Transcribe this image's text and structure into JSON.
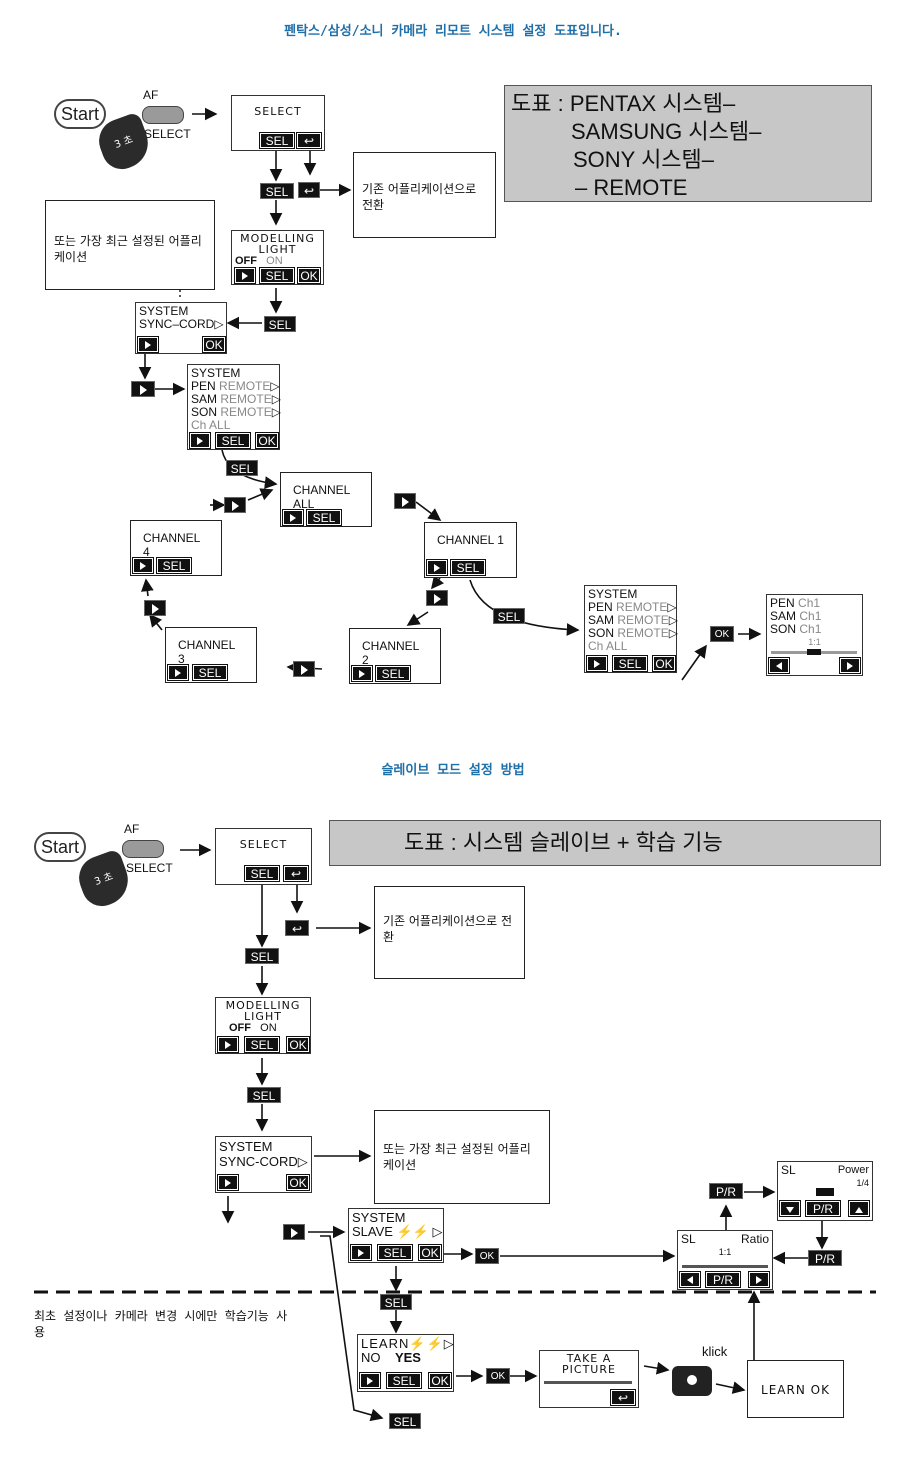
{
  "headings": {
    "top": "펜탁스/삼성/소니 카메라 리모트 시스템 설정 도표입니다.",
    "mid": "슬레이브 모드 설정 방법"
  },
  "legend1": {
    "lines": [
      "도표 : PENTAX 시스템–",
      "SAMSUNG 시스템–",
      "SONY 시스템–",
      "– REMOTE"
    ]
  },
  "legend2": {
    "text": "도표 : 시스템 슬레이브 + 학습 기능"
  },
  "start": {
    "label": "Start",
    "af": "AF",
    "select": "SELECT",
    "seconds": "3 초"
  },
  "labels": {
    "sel": "SEL",
    "ok": "OK",
    "select": "SELECT",
    "pr": "P/R",
    "klick": "klick"
  },
  "boxes": {
    "prev_app": "기존 어플리케이션으로 전환",
    "recent_app": "또는 가장 최근 설정된 어플리케이션",
    "first_use": "최초 설정이나 카메라 변경 시에만 학습기능 사용",
    "learn_ok": "LEARN OK"
  },
  "lcd": {
    "modelling": [
      "MODELLING",
      "LIGHT"
    ],
    "off": "OFF",
    "on": "ON",
    "system": "SYSTEM",
    "sync_cord": "SYNC–CORD",
    "sync_cord2": "SYNC-CORD",
    "pen": "PEN",
    "sam": "SAM",
    "son": "SON",
    "remote": "REMOTE",
    "ch_all": "Ch ALL",
    "ch1": "Ch1",
    "ratio_small": "1:1",
    "slave": "SLAVE",
    "sl": "SL",
    "ratio": "Ratio",
    "power": "Power",
    "quarter": "1/4",
    "learn": "LEARN",
    "no": "NO",
    "yes": "YES",
    "take": "TAKE A",
    "picture": "PICTURE"
  },
  "channels": {
    "all": "CHANNEL ALL",
    "c1": "CHANNEL 1",
    "c2": "CHANNEL 2",
    "c3": "CHANNEL 3",
    "c4": "CHANNEL 4"
  }
}
